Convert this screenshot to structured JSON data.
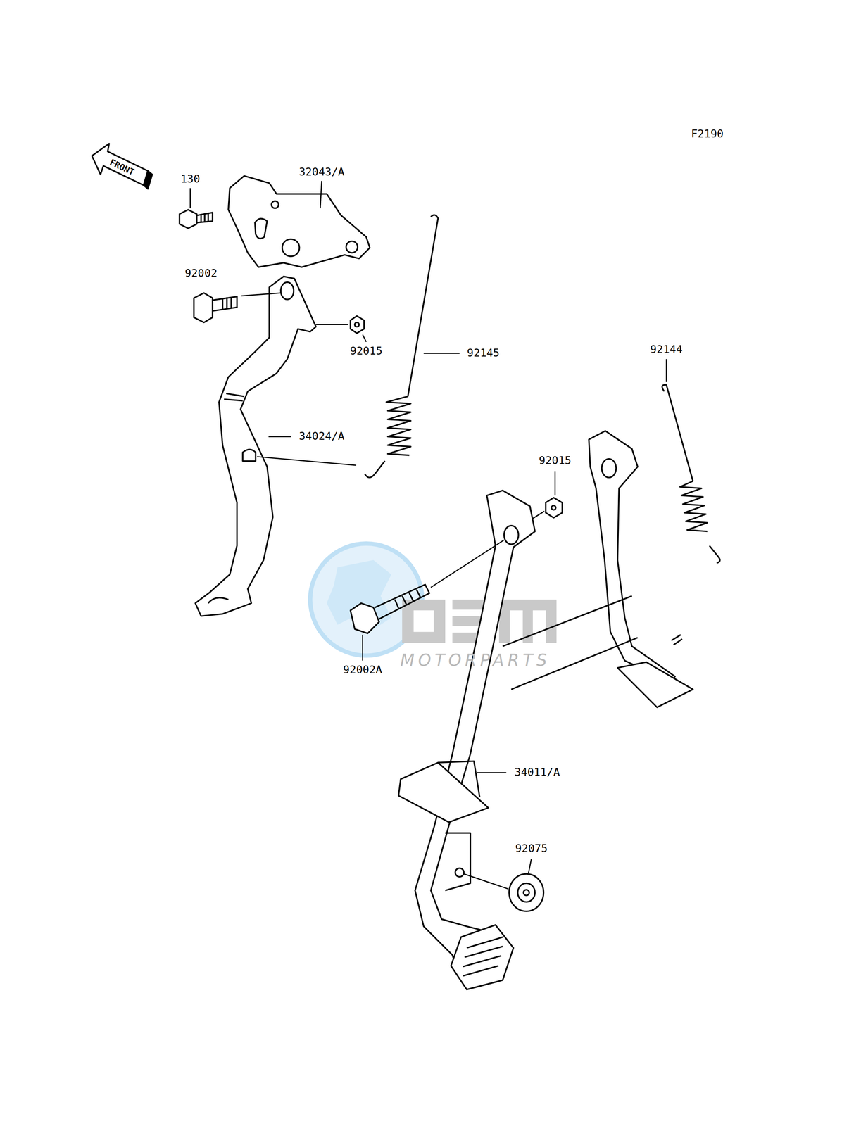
{
  "diagram": {
    "labels": [
      "F2190",
      "FRONT",
      "130",
      "32043/A",
      "92002",
      "92015",
      "92145",
      "34024/A",
      "92144",
      "92015",
      "92002A",
      "34011/A",
      "92075",
      "MOTORPARTS"
    ]
  }
}
